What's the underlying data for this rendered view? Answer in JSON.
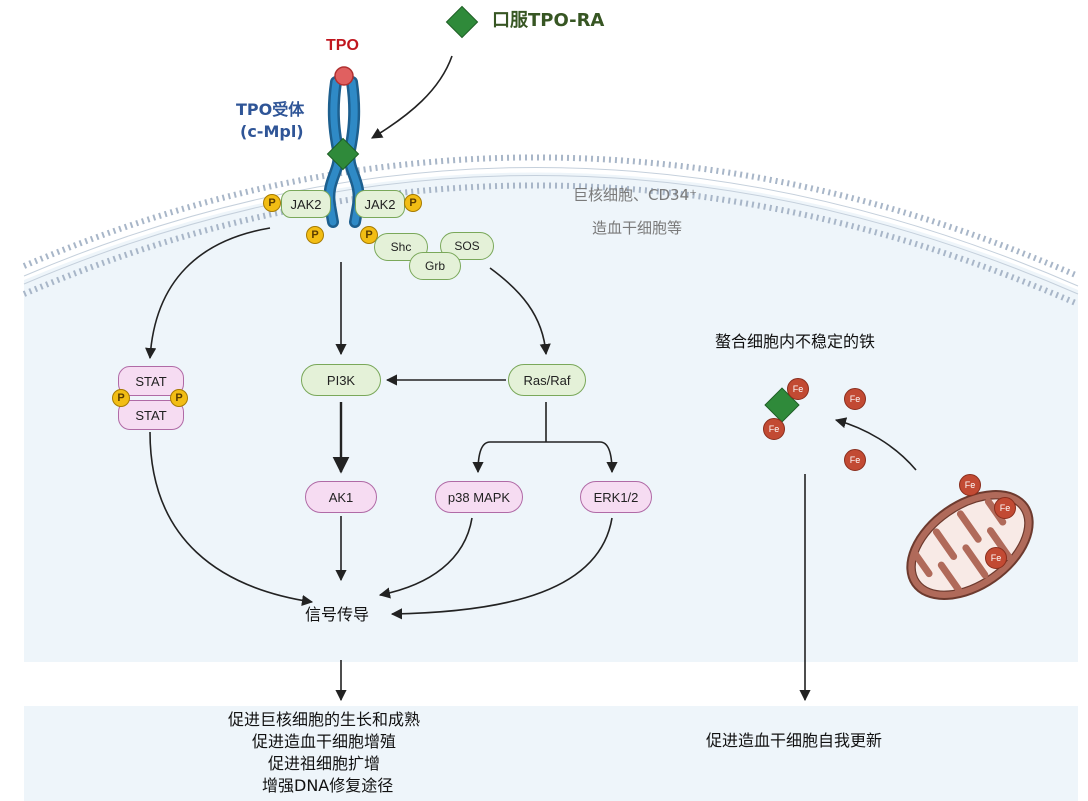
{
  "drug": {
    "label": "口服TPO-RA",
    "color": "#3a8a3a"
  },
  "tpo": {
    "label": "TPO"
  },
  "receptor": {
    "line1": "TPO受体",
    "line2": "(c-Mpl)"
  },
  "membrane_cells": {
    "line1": "巨核细胞、CD34⁺",
    "line2": "造血干细胞等"
  },
  "jak_left": "JAK2",
  "jak_right": "JAK2",
  "p_symbol": "P",
  "adaptors": {
    "shc": "Shc",
    "sos": "SOS",
    "grb": "Grb"
  },
  "stat": {
    "top": "STAT",
    "bottom": "STAT"
  },
  "nodes": {
    "pi3k": "PI3K",
    "ras_raf": "Ras/Raf",
    "ak1": "AK1",
    "p38": "p38 MAPK",
    "erk": "ERK1/2"
  },
  "signal": "信号传导",
  "iron": {
    "title": "螯合细胞内不稳定的铁",
    "fe": "Fe"
  },
  "outcomes_left": [
    "促进巨核细胞的生长和成熟",
    "促进造血干细胞增殖",
    "促进祖细胞扩增",
    "增强DNA修复途径"
  ],
  "outcome_right": "促进造血干细胞自我更新",
  "colors": {
    "receptor_blue": "#2878b0",
    "tpo_red": "#c0161e",
    "label_blue": "#2f5597",
    "drug_text": "#375623",
    "cell_bg": "#eef5fa"
  }
}
